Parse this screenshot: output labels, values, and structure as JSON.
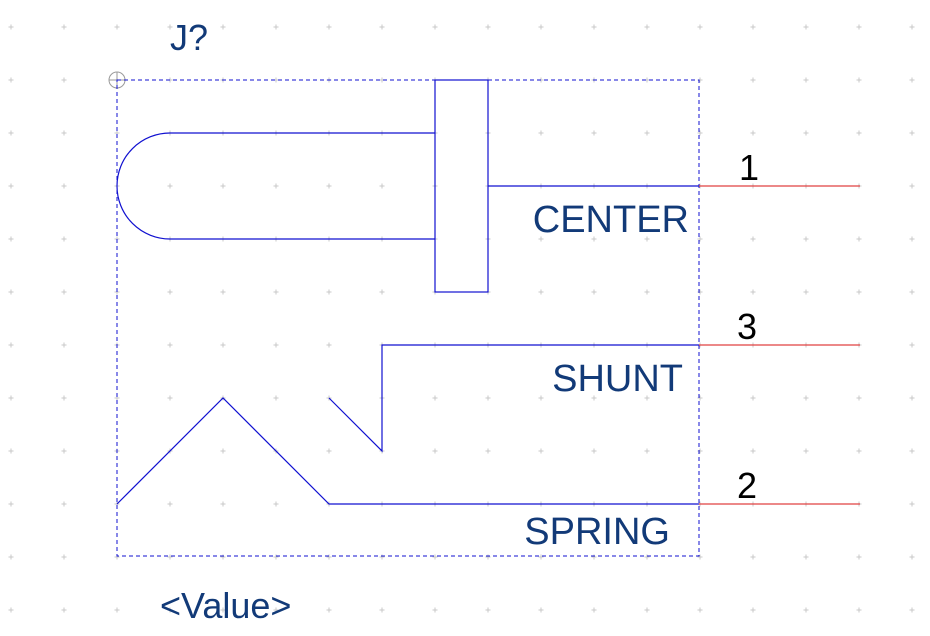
{
  "component": {
    "reference": "J?",
    "value": "<Value>"
  },
  "pins": [
    {
      "number": "1",
      "name": "CENTER"
    },
    {
      "number": "3",
      "name": "SHUNT"
    },
    {
      "number": "2",
      "name": "SPRING"
    }
  ],
  "colors": {
    "body_line": "#1010d0",
    "pin_line": "#e04040",
    "label_text": "#123a78",
    "pin_number_text": "#000000",
    "grid": "#c8c8c8",
    "background": "#ffffff"
  }
}
